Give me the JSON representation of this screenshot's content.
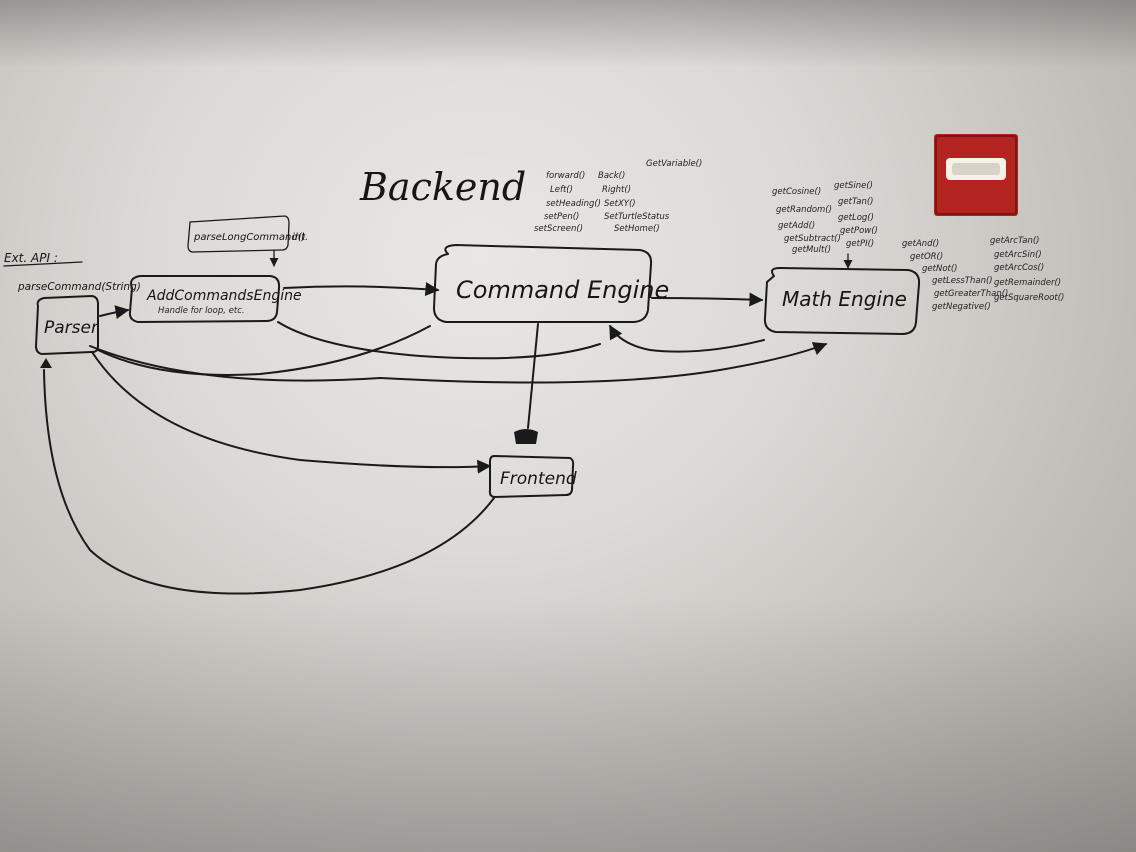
{
  "title": "Backend",
  "ext_api": {
    "label": "Ext. API :",
    "method": "parseCommand(String)"
  },
  "nodes": {
    "parser": "Parser",
    "add_commands_engine": "AddCommandsEngine",
    "add_commands_note": "Handle for loop, etc.",
    "parse_long_command": "parseLongCommand()",
    "parse_long_command_suffix": "int.",
    "command_engine": "Command Engine",
    "math_engine": "Math Engine",
    "frontend": "Frontend"
  },
  "command_methods": [
    "forward()",
    "Back()",
    "GetVariable()",
    "Left()",
    "Right()",
    "setHeading()",
    "SetXY()",
    "setPen()",
    "SetTurtleStatus",
    "setScreen()",
    "SetHome()"
  ],
  "math_methods": [
    "getCosine()",
    "getSine()",
    "getRandom()",
    "getTan()",
    "getAdd()",
    "getLog()",
    "getSubtract()",
    "getPow()",
    "getMult()",
    "getPI()"
  ],
  "logic_methods": [
    "getAnd()",
    "getOR()",
    "getNot()",
    "getLessThan()",
    "getGreaterThan()",
    "getNegative()"
  ],
  "trig_methods": [
    "getArcTan()",
    "getArcSin()",
    "getArcCos()",
    "getRemainder()",
    "getSquareRoot()"
  ],
  "colors": {
    "ink": "#1a1a1a",
    "board": "#dcdad6",
    "alarm": "#b3231f",
    "alarm_light": "#f4f1ea"
  }
}
